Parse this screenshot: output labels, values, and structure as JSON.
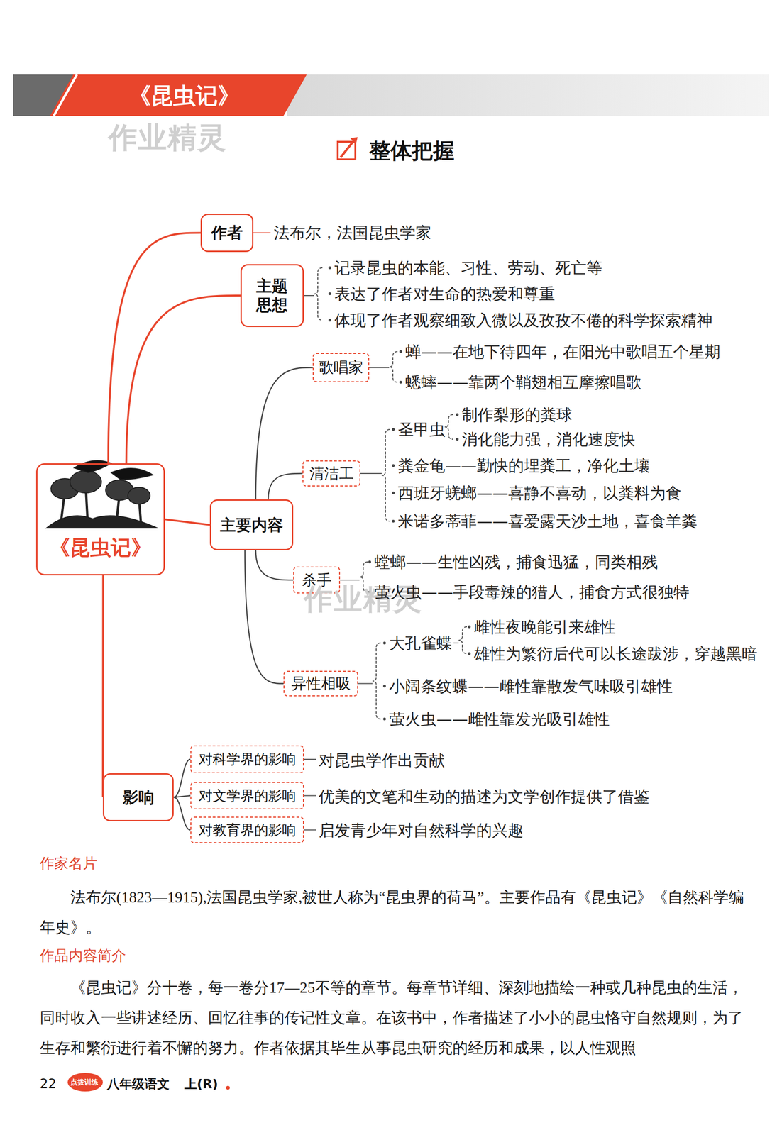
{
  "diagram": {
    "title": "《昆虫记》",
    "nodes": [
      {
        "text": [
          "《昆虫记》"
        ]
      },
      {
        "text": [
          "作者"
        ]
      },
      {
        "text": [
          "主题思想"
        ]
      },
      {
        "text": [
          "主要内容"
        ]
      },
      {
        "text": [
          "歌唱家"
        ]
      },
      {
        "text": [
          "清洁工"
        ]
      },
      {
        "text": [
          "杀手"
        ]
      },
      {
        "text": [
          "异性相吸"
        ]
      },
      {
        "text": [
          "影响"
        ]
      },
      {
        "text": [
          "对科学界的影响"
        ]
      },
      {
        "text": [
          "对文学界的影响"
        ]
      },
      {
        "text": [
          "对教育界的影响"
        ]
      }
    ],
    "edges": [
      {
        "from": 0,
        "to": 1,
        "arrow": "none"
      },
      {
        "from": 0,
        "to": 2,
        "arrow": "none"
      },
      {
        "from": 0,
        "to": 3,
        "arrow": "none"
      },
      {
        "from": 0,
        "to": 8,
        "arrow": "none"
      },
      {
        "from": 3,
        "to": 4,
        "arrow": "none"
      },
      {
        "from": 3,
        "to": 5,
        "arrow": "none"
      },
      {
        "from": 3,
        "to": 6,
        "arrow": "none"
      },
      {
        "from": 3,
        "to": 7,
        "arrow": "none"
      },
      {
        "from": 8,
        "to": 9,
        "arrow": "none"
      },
      {
        "from": 8,
        "to": 10,
        "arrow": "none"
      },
      {
        "from": 8,
        "to": 11,
        "arrow": "none"
      }
    ],
    "labels": [
      "作业精灵",
      "整体把握",
      "法布尔，法国昆虫学家",
      "记录昆虫的本能、习性、劳动、死亡等",
      "表达了作者对生命的热爱和尊重",
      "体现了作者观察细致入微以及孜孜不倦的科学探索精神",
      "蝉——在地下待四年，在阳光中歌唱五个星期",
      "蟋蟀——靠两个鞘翅相互摩擦唱歌",
      "圣甲虫",
      "制作梨形的粪球",
      "消化能力强，消化速度快",
      "粪金龟——勤快的埋粪工，净化土壤",
      "西班牙蜣螂——喜静不喜动，以粪料为食",
      "米诺多蒂菲——喜爱露天沙土地，喜食羊粪",
      "螳螂——生性凶残，捕食迅猛，同类相残",
      "萤火虫——手段毒辣的猎人，捕食方式很独特",
      "作业精灵",
      "大孔雀蝶",
      "雌性夜晚能引来雄性",
      "雄性为繁衍后代可以长途跋涉，穿越黑暗",
      "小阔条纹蝶——雌性靠散发气味吸引雄性",
      "萤火虫——雌性靠发光吸引雄性",
      "对昆虫学作出贡献",
      "优美的文笔和生动的描述为文学创作提供了借鉴",
      "启发青少年对自然科学的兴趣",
      "作家名片",
      "法布尔(1823—1915),法国昆虫学家,被世人称为“昆虫界的荷马”。主要作品有《昆虫记》《自然科学编年史》。",
      "作品内容简介",
      "《昆虫记》分十卷，每一卷分17—25不等的章节。每章节详细、深刻地描绘一种或几种昆虫的生活，同时收入一些讲述经历、回忆往事的传记性文章。在该书中，作者描述了小小的昆虫恪守自然规则，为了生存和繁衍进行着不懈的努力。作者依据其毕生从事昆虫研究的经历和成果，以人性观照",
      "22",
      "点拨训练",
      "八年级语文",
      "上(R)"
    ]
  }
}
